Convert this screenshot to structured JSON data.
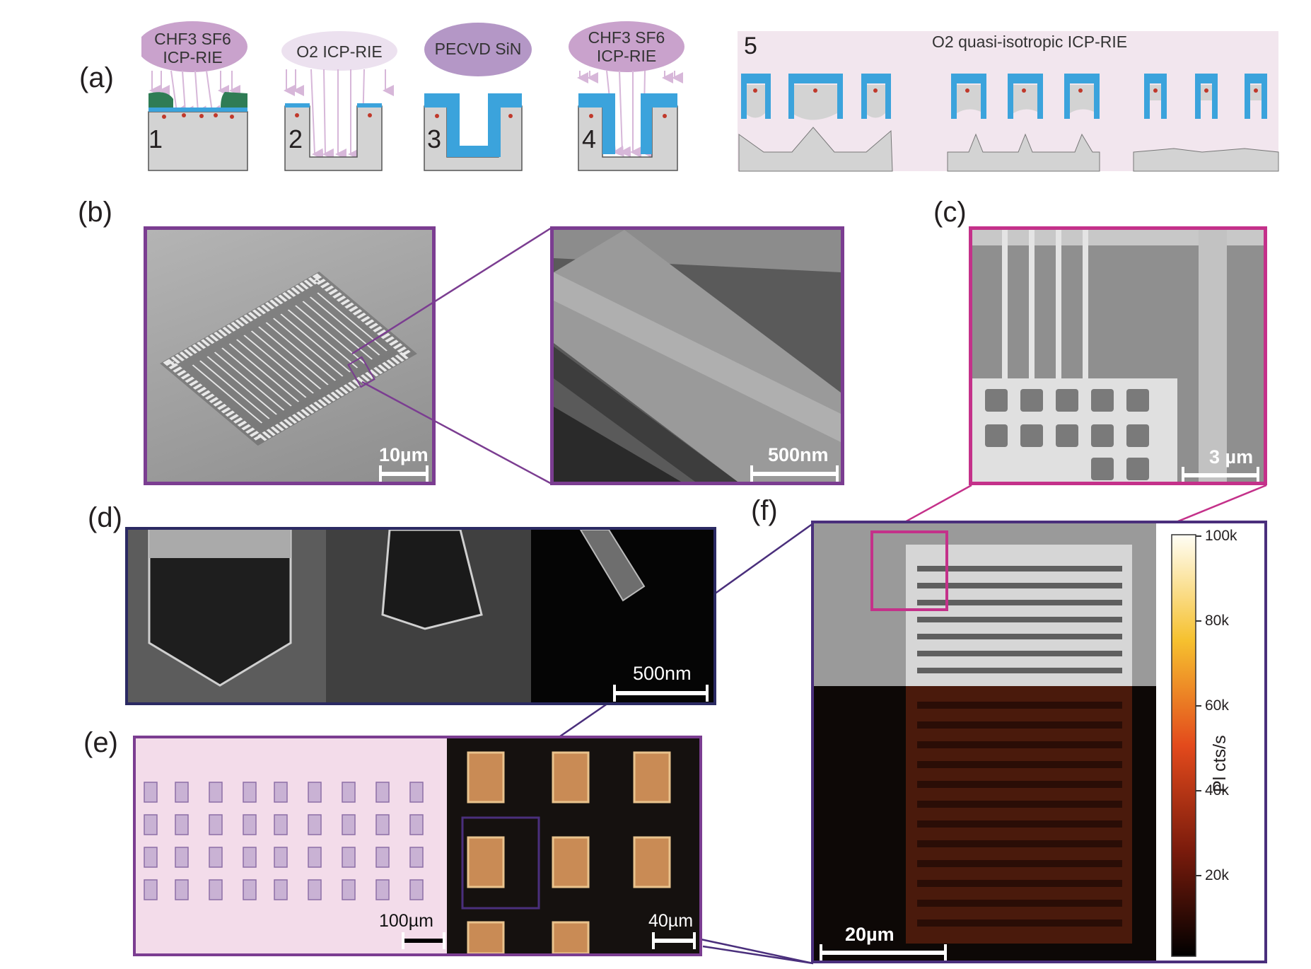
{
  "panel_labels": {
    "a": "(a)",
    "b": "(b)",
    "c": "(c)",
    "d": "(d)",
    "e": "(e)",
    "f": "(f)"
  },
  "process": {
    "steps": [
      {
        "num": "1",
        "etch": "CHF3 SF6\nICP-RIE",
        "etch_line1": "CHF3 SF6",
        "etch_line2": "ICP-RIE"
      },
      {
        "num": "2",
        "etch": "O2 ICP-RIE"
      },
      {
        "num": "3",
        "etch": "PECVD SiN"
      },
      {
        "num": "4",
        "etch_line1": "CHF3 SF6",
        "etch_line2": "ICP-RIE"
      }
    ],
    "step5_num": "5",
    "step5_title": "O2 quasi-isotropic ICP-RIE"
  },
  "scalebars": {
    "b_left": "10µm",
    "b_right": "500nm",
    "c": "3 µm",
    "d": "500nm",
    "e_left": "100µm",
    "e_right": "40µm",
    "f": "20µm"
  },
  "colorbar": {
    "label": "Pl cts/s",
    "ticks": [
      "100k",
      "80k",
      "60k",
      "40k",
      "20k"
    ]
  },
  "colors": {
    "purple_frame": "#7b3d91",
    "magenta_frame": "#c4318a",
    "navy_frame": "#2b2a63",
    "sin_blue": "#3ba3dc",
    "mask_green": "#2f7c55",
    "plasma": "#c9a2cc"
  }
}
